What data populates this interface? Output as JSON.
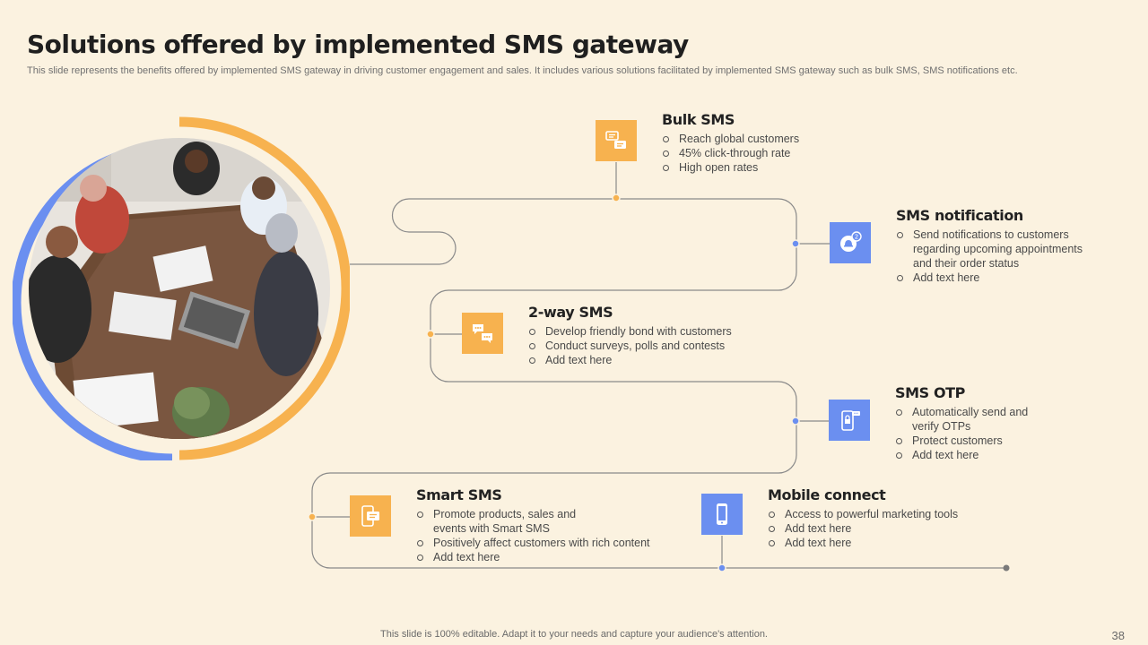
{
  "title": "Solutions offered by implemented SMS gateway",
  "subtitle": "This slide represents the benefits offered by implemented SMS gateway in driving customer engagement and sales. It includes various solutions facilitated by implemented SMS gateway such as bulk SMS, SMS  notifications etc.",
  "colors": {
    "orange": "#f7b24f",
    "blue": "#6b8ff0",
    "line": "#8a8a8a",
    "background": "#fbf2e0"
  },
  "solutions": [
    {
      "heading": "Bulk SMS",
      "icon": "chat-bubbles-icon",
      "accent": "orange",
      "bullets": [
        "Reach global customers",
        "45% click-through rate",
        "High open rates"
      ]
    },
    {
      "heading": "SMS notification",
      "icon": "notification-bell-icon",
      "accent": "blue",
      "bullets": [
        "Send notifications to customers",
        "regarding  upcoming appointments",
        "and their order status",
        "Add text here"
      ]
    },
    {
      "heading": "2-way SMS",
      "icon": "two-way-chat-icon",
      "accent": "orange",
      "bullets": [
        "Develop  friendly  bond with customers",
        "Conduct  surveys,  polls and contests",
        "Add text here"
      ]
    },
    {
      "heading": "SMS OTP",
      "icon": "otp-phone-lock-icon",
      "accent": "blue",
      "bullets": [
        "Automatically send and",
        "verify  OTPs",
        "Protect customers",
        "Add text here"
      ]
    },
    {
      "heading": "Smart SMS",
      "icon": "smart-message-icon",
      "accent": "orange",
      "bullets": [
        "Promote products, sales and",
        "events  with Smart SMS",
        "Positively affect customers with rich content",
        "Add text here"
      ]
    },
    {
      "heading": "Mobile connect",
      "icon": "mobile-phone-icon",
      "accent": "blue",
      "bullets": [
        "Access to powerful  marketing tools",
        "Add text here",
        "Add text here"
      ]
    }
  ],
  "footer": "This slide is 100% editable. Adapt it to your needs and capture your audience's attention.",
  "page_number": "38"
}
